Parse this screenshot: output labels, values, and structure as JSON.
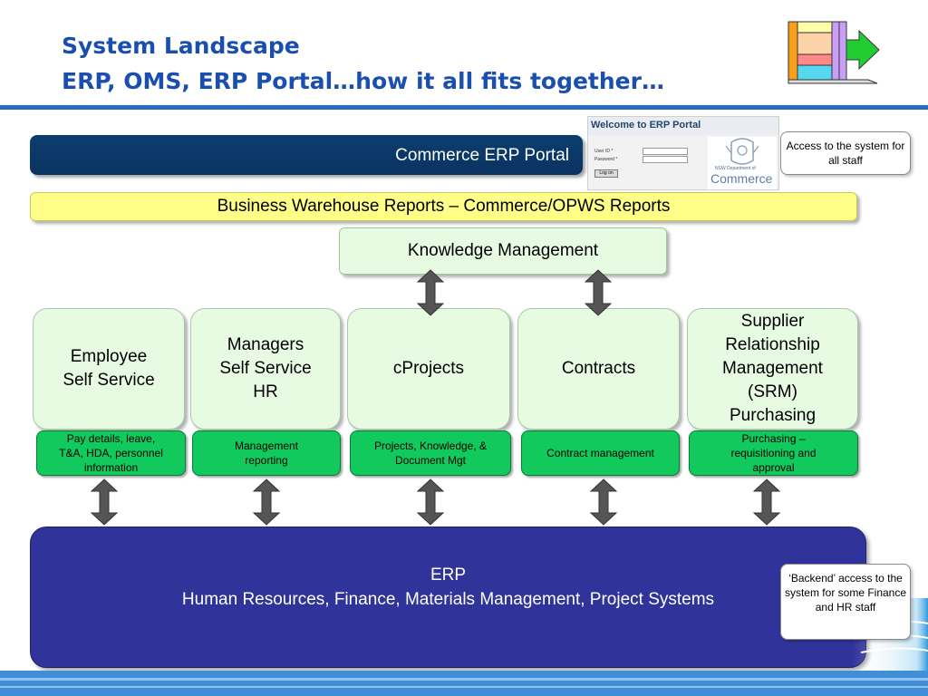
{
  "title": {
    "line1": "System Landscape",
    "line2": "ERP, OMS,  ERP Portal…how it all fits together…"
  },
  "portal": {
    "label": "Commerce ERP Portal"
  },
  "login_thumbnail": {
    "heading": "Welcome to ERP Portal",
    "user_label": "User ID  *",
    "password_label": "Password  *",
    "button": "Log on",
    "department": "NSW Department of",
    "brand": "Commerce"
  },
  "callouts": {
    "portal_access": "Access to the system for all staff",
    "backend_access": "‘Backend’ access to the system for some Finance and HR staff"
  },
  "bw_bar": {
    "label": "Business Warehouse Reports – Commerce/OPWS Reports"
  },
  "knowledge": {
    "label": "Knowledge Management"
  },
  "modules": [
    {
      "label": "Employee\nSelf Service",
      "description": "Pay details, leave,\nT&A, HDA, personnel\ninformation"
    },
    {
      "label": "Managers\nSelf Service\nHR",
      "description": "Management\nreporting"
    },
    {
      "label": "cProjects",
      "description": "Projects, Knowledge, &\nDocument  Mgt"
    },
    {
      "label": "Contracts",
      "description": "Contract management"
    },
    {
      "label": "Supplier\nRelationship\nManagement\n(SRM)\nPurchasing",
      "description": "Purchasing –\nrequisitioning and\napproval"
    }
  ],
  "erp": {
    "line1": "ERP",
    "line2": "Human Resources, Finance, Materials Management, Project Systems"
  },
  "colors": {
    "title": "#1a4fb0",
    "portal_bar": "#0c3d6e",
    "bw_bar": "#ffff88",
    "module_fill": "#e6fbe2",
    "sub_fill": "#11c95c",
    "erp_fill": "#303399",
    "arrow": "#555555"
  }
}
